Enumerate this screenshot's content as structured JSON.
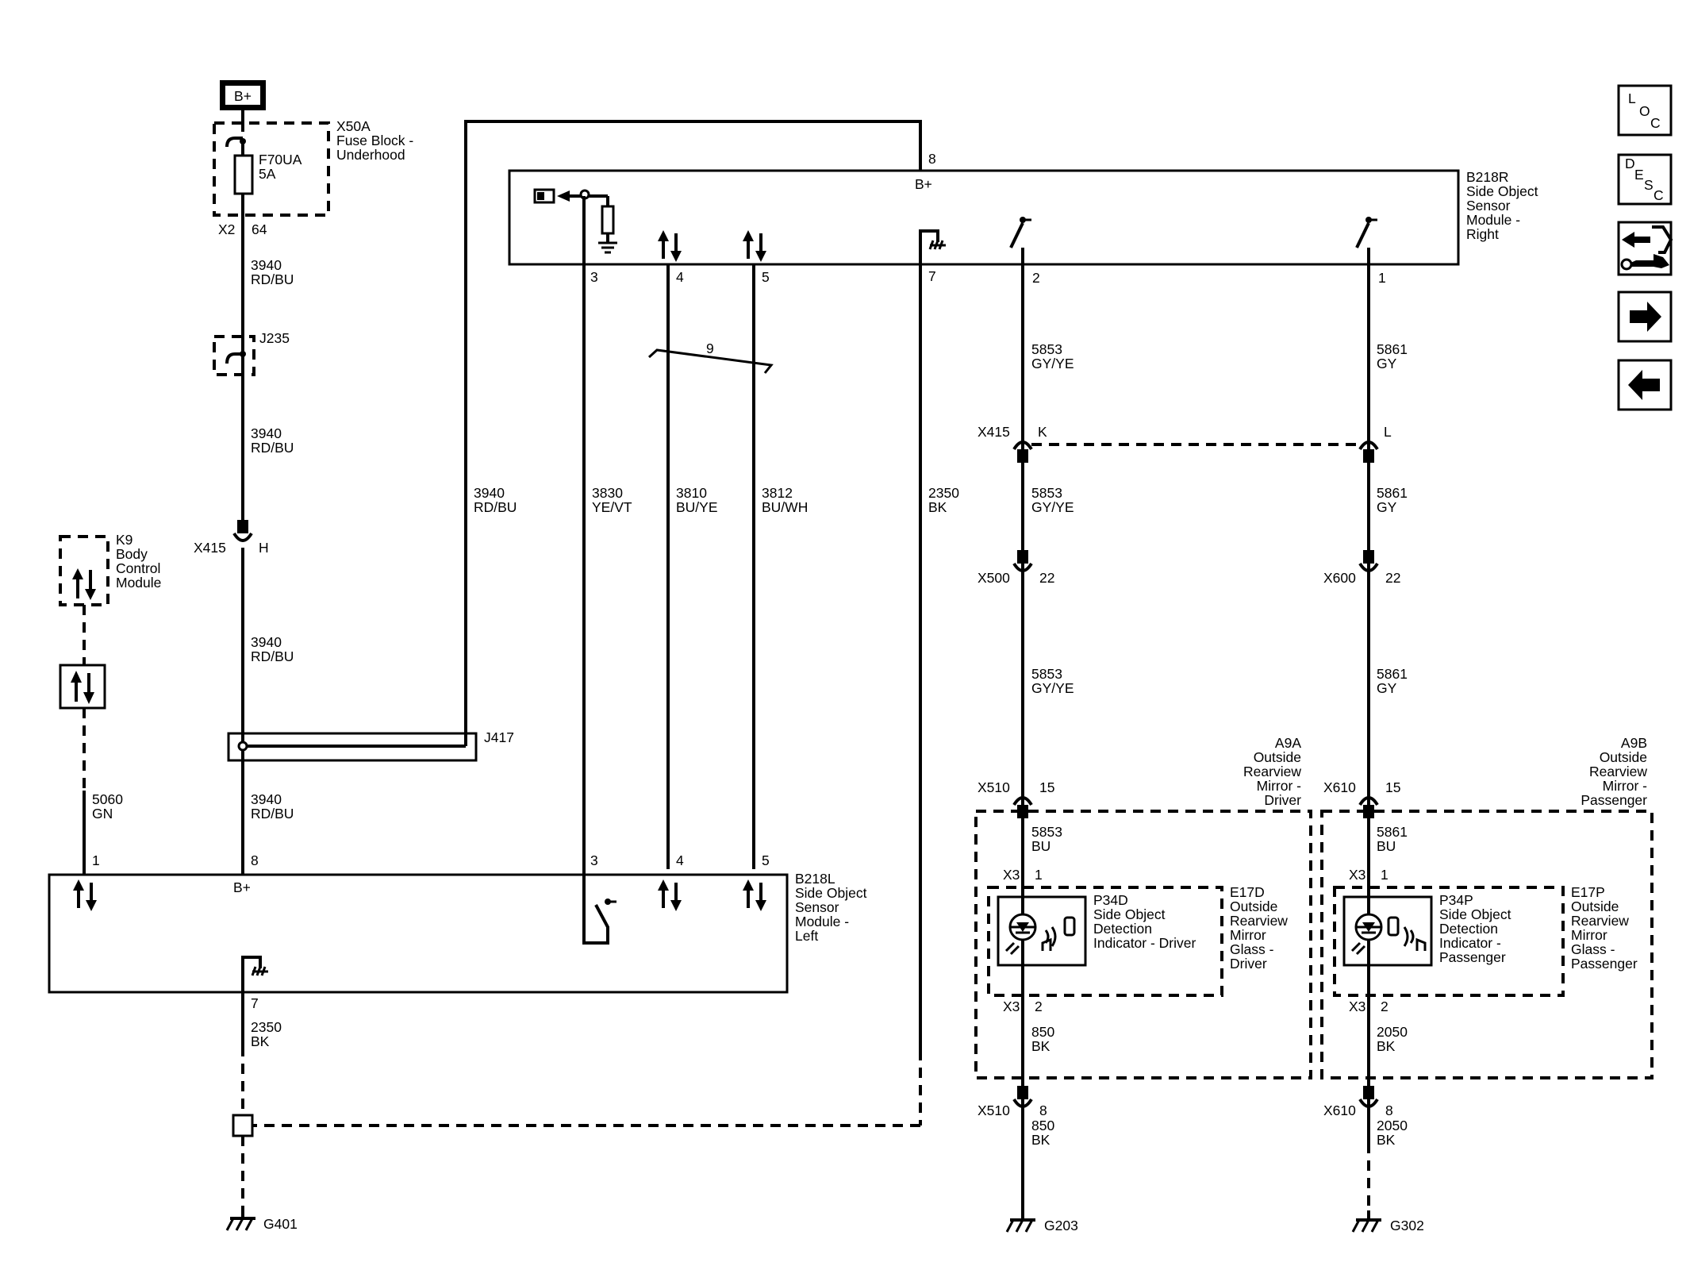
{
  "battery": {
    "label": "B+"
  },
  "fuse_block": {
    "id": "X50A",
    "line1": "Fuse Block -",
    "line2": "Underhood",
    "pin_left": "X2",
    "pin_right": "64"
  },
  "fuse": {
    "id": "F70UA",
    "rating": "5A"
  },
  "splice_j235": "J235",
  "splice_j417": "J417",
  "bcm": {
    "id": "K9",
    "line1": "Body",
    "line2": "Control",
    "line3": "Module"
  },
  "wire_3940": {
    "circuit": "3940",
    "color": "RD/BU"
  },
  "wire_5060": {
    "circuit": "5060",
    "color": "GN",
    "pin": "1"
  },
  "wire_3830": {
    "circuit": "3830",
    "color": "YE/VT"
  },
  "wire_3810": {
    "circuit": "3810",
    "color": "BU/YE"
  },
  "wire_3812": {
    "circuit": "3812",
    "color": "BU/WH"
  },
  "wire_2350": {
    "circuit": "2350",
    "color": "BK"
  },
  "wire_5853": {
    "circuit": "5853",
    "color_a": "GY/YE",
    "color_b": "BU"
  },
  "wire_5861": {
    "circuit": "5861",
    "color_a": "GY",
    "color_b": "BU"
  },
  "wire_850": {
    "circuit": "850",
    "color": "BK"
  },
  "wire_2050": {
    "circuit": "2050",
    "color": "BK"
  },
  "twist_label": "9",
  "connectors": {
    "x415": "X415",
    "x500": "X500",
    "x600": "X600",
    "x510": "X510",
    "x610": "X610",
    "x3": "X3",
    "pin_h": "H",
    "pin_k": "K",
    "pin_l": "L",
    "pin_22": "22",
    "pin_15": "15",
    "pin_8": "8",
    "pin_1": "1",
    "pin_2": "2"
  },
  "module_right": {
    "id": "B218R",
    "line1": "Side Object",
    "line2": "Sensor",
    "line3": "Module -",
    "line4": "Right",
    "bplus": "B+",
    "pin8": "8",
    "pin3": "3",
    "pin4": "4",
    "pin5": "5",
    "pin7": "7",
    "pin2": "2",
    "pin1": "1"
  },
  "module_left": {
    "id": "B218L",
    "line1": "Side Object",
    "line2": "Sensor",
    "line3": "Module -",
    "line4": "Left",
    "bplus": "B+",
    "pin1": "1",
    "pin8": "8",
    "pin3": "3",
    "pin4": "4",
    "pin5": "5",
    "pin7": "7"
  },
  "mirror_driver": {
    "id": "A9A",
    "line1": "Outside",
    "line2": "Rearview",
    "line3": "Mirror -",
    "line4": "Driver"
  },
  "mirror_passenger": {
    "id": "A9B",
    "line1": "Outside",
    "line2": "Rearview",
    "line3": "Mirror -",
    "line4": "Passenger"
  },
  "indicator_driver": {
    "id": "P34D",
    "line1": "Side Object",
    "line2": "Detection",
    "line3": "Indicator - Driver"
  },
  "indicator_passenger": {
    "id": "P34P",
    "line1": "Side Object",
    "line2": "Detection",
    "line3": "Indicator -",
    "line4": "Passenger"
  },
  "glass_driver": {
    "id": "E17D",
    "line1": "Outside",
    "line2": "Rearview",
    "line3": "Mirror",
    "line4": "Glass -",
    "line5": "Driver"
  },
  "glass_passenger": {
    "id": "E17P",
    "line1": "Outside",
    "line2": "Rearview",
    "line3": "Mirror",
    "line4": "Glass -",
    "line5": "Passenger"
  },
  "grounds": {
    "g401": "G401",
    "g203": "G203",
    "g302": "G302"
  },
  "nav": {
    "loc": {
      "c1": "L",
      "c2": "O",
      "c3": "C"
    },
    "desc": {
      "c1": "D",
      "c2": "E",
      "c3": "S",
      "c4": "C"
    }
  }
}
